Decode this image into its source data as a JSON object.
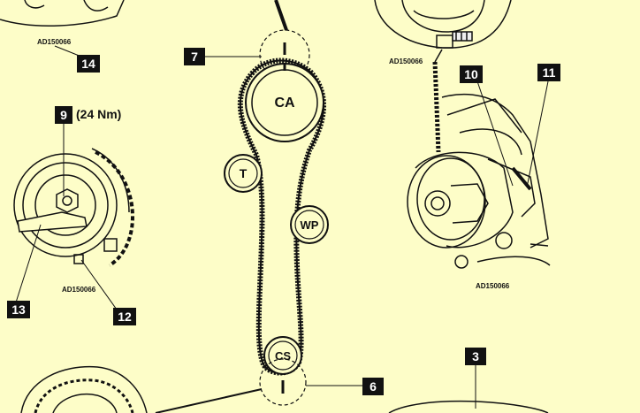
{
  "colors": {
    "background": "#fdfdc8",
    "ink": "#111111",
    "callout_fill": "#111111",
    "callout_text": "#ffffff"
  },
  "callouts": {
    "c3": "3",
    "c6": "6",
    "c7": "7",
    "c9": "9",
    "c10": "10",
    "c11": "11",
    "c12": "12",
    "c13": "13",
    "c14": "14"
  },
  "pulleys": {
    "camshaft": "CA",
    "tensioner": "T",
    "water_pump": "WP",
    "crankshaft": "CS"
  },
  "torque_label": "(24 Nm)",
  "ref_codes": {
    "top_left": "AD150066",
    "top_right": "AD150066",
    "mid_left": "AD150066",
    "mid_right": "AD150066"
  }
}
